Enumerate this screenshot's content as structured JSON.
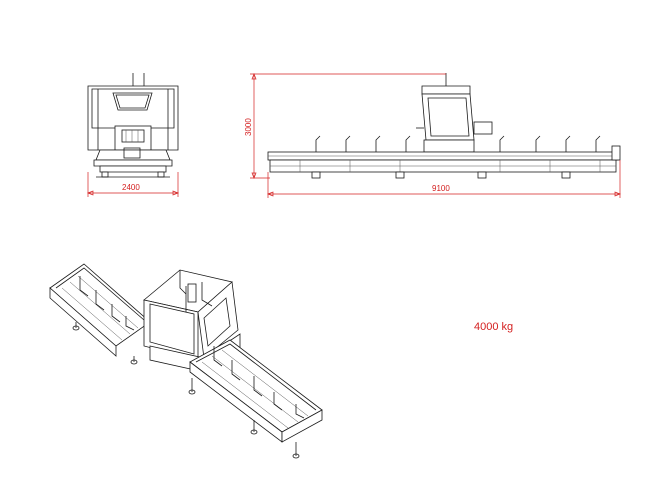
{
  "dimensions": {
    "side_width": "2400",
    "front_length": "9100",
    "height": "3000"
  },
  "weight_label": "4000 kg",
  "colors": {
    "line": "#1a1a1a",
    "dimension": "#d42020",
    "background": "#ffffff"
  }
}
